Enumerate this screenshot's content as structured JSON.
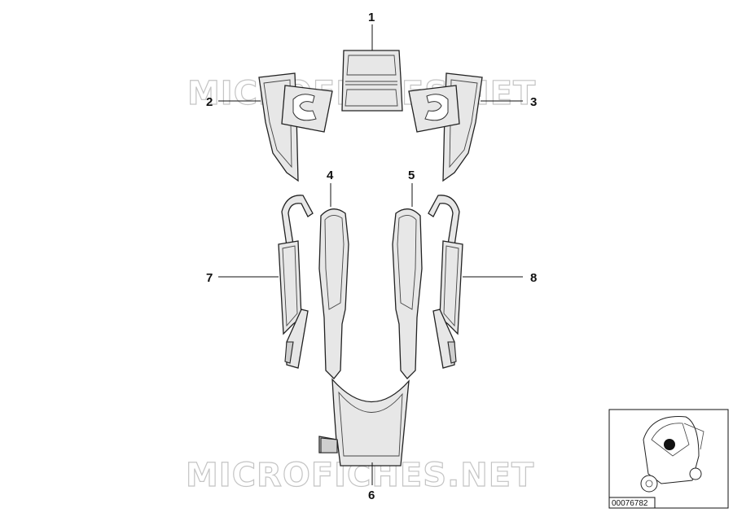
{
  "watermarks": [
    "MICROFICHES.NET",
    "MICROFICHES.NET"
  ],
  "callouts": {
    "c1": "1",
    "c2": "2",
    "c3": "3",
    "c4": "4",
    "c5": "5",
    "c6": "6",
    "c7": "7",
    "c8": "8"
  },
  "reference": {
    "number": "00076782"
  }
}
